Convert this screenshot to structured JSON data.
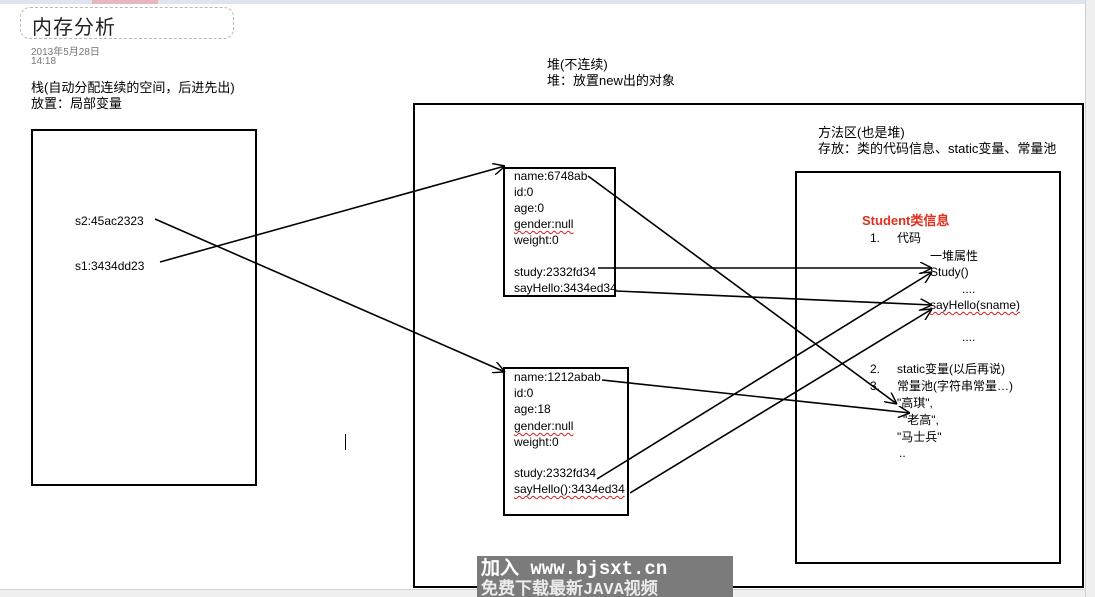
{
  "page": {
    "title": "内存分析",
    "date": "2013年5月28日",
    "time": "14:18"
  },
  "stack": {
    "heading": "栈(自动分配连续的空间，后进先出)",
    "content": "放置：局部变量",
    "vars": [
      {
        "label": "s2:45ac2323"
      },
      {
        "label": "s1:3434dd23"
      }
    ]
  },
  "heap": {
    "heading": "堆(不连续)",
    "content": "堆：放置new出的对象",
    "objects": [
      {
        "fields": [
          "name:6748ab",
          "id:0",
          "age:0",
          "gender:null",
          "weight:0"
        ],
        "methods": [
          "study:2332fd34",
          "sayHello:3434ed34"
        ]
      },
      {
        "fields": [
          "name:1212abab",
          "id:0",
          "age:18",
          "gender:null",
          "weight:0"
        ],
        "methods": [
          "study:2332fd34",
          "sayHello():3434ed34"
        ]
      }
    ]
  },
  "method_area": {
    "heading": "方法区(也是堆)",
    "content": "存放：类的代码信息、static变量、常量池",
    "class_title": "Student类信息",
    "item1_num": "1.",
    "item1": "代码",
    "attrs": "一堆属性",
    "study": "Study()",
    "dots1": "....",
    "sayhello": "sayHello(sname)",
    "dots2": "....",
    "item2_num": "2.",
    "item2": "static变量(以后再说)",
    "item3_num": "3.",
    "item3": "常量池(字符串常量…)",
    "constants": [
      "\"高琪\",",
      "\"老高\",",
      "\"马士兵\"",
      ".."
    ]
  },
  "watermark": {
    "line1": "加入 www.bjsxt.cn",
    "line2": "免费下载最新JAVA视频"
  },
  "colors": {
    "class_title": "#e0301e",
    "spellcheck": "#d02020"
  }
}
